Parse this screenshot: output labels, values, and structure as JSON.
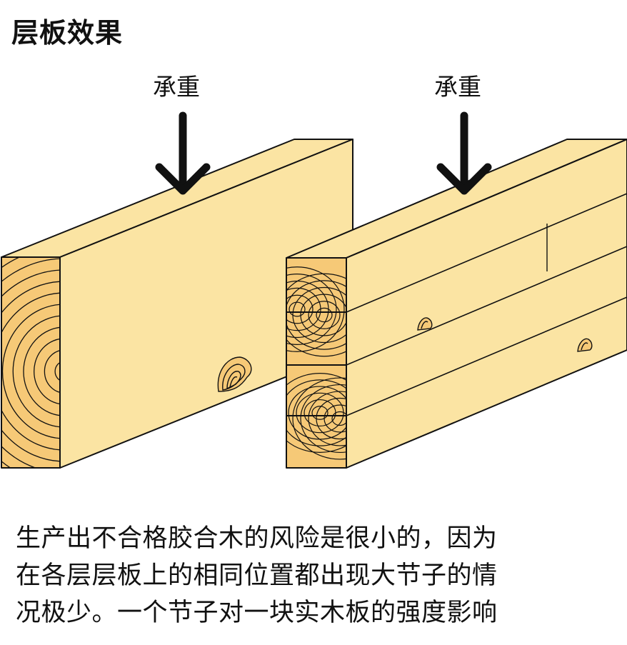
{
  "title": "层板效果",
  "load_label_left": "承重",
  "load_label_right": "承重",
  "caption_lines": [
    "生产出不合格胶合木的风险是很小的，因为",
    "在各层层板上的相同位置都出现大节子的情",
    "况极少。一个节子对一块实木板的强度影响"
  ],
  "colors": {
    "wood_face": "#fbe4a3",
    "wood_end": "#f6c977",
    "outline": "#111111",
    "arrow": "#111111"
  }
}
